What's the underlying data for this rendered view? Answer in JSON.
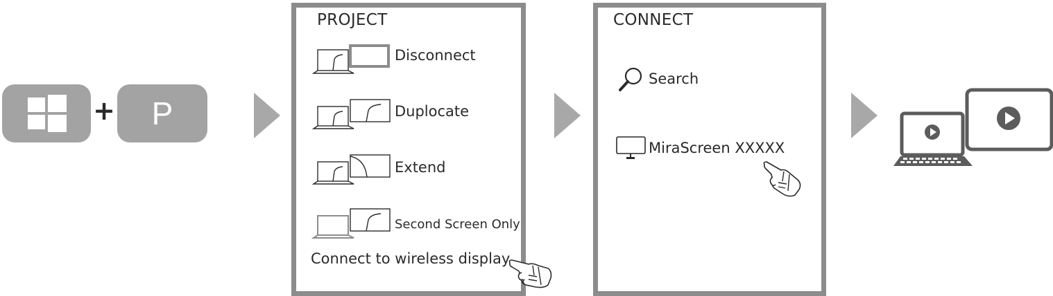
{
  "keys": {
    "windows": {
      "icon": "windows-logo-icon"
    },
    "plus": "+",
    "p": "P"
  },
  "project_panel": {
    "title": "PROJECT",
    "items": [
      {
        "label": "Disconnect",
        "icon": "disconnect-mode-icon"
      },
      {
        "label": "Duplocate",
        "icon": "duplicate-mode-icon"
      },
      {
        "label": "Extend",
        "icon": "extend-mode-icon"
      },
      {
        "label": "Second Screen Only",
        "icon": "second-screen-only-icon"
      }
    ],
    "wireless": "Connect to wireless display"
  },
  "connect_panel": {
    "title": "CONNECT",
    "search": "Search",
    "device": "MiraScreen XXXXX"
  },
  "colors": {
    "key_gray": "#a3a3a3",
    "panel_border": "#8c8c8c",
    "arrow_gray": "#a8a8a8",
    "device_dark": "#5c5c5c",
    "text": "#2a2a2a"
  }
}
